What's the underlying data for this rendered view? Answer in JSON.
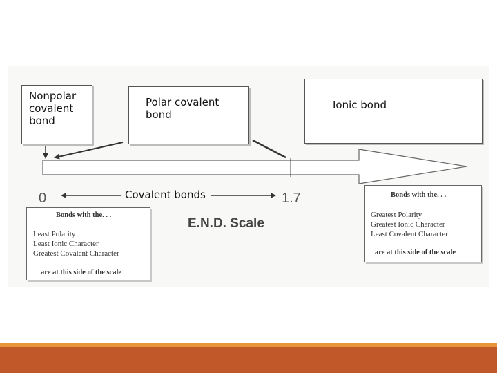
{
  "boxes": {
    "nonpolar": [
      "Nonpolar",
      "covalent",
      "bond"
    ],
    "polar": [
      "Polar covalent",
      "bond"
    ],
    "ionic": "Ionic bond"
  },
  "scale": {
    "zero": "0",
    "one_seven": "1.7",
    "covalent_label": "Covalent bonds",
    "title": "E.N.D. Scale"
  },
  "info_left": {
    "heading": "Bonds with the. . .",
    "lines": [
      "Least Polarity",
      "Least Ionic Character",
      "Greatest Covalent Character"
    ],
    "footer": "are at this side of the scale"
  },
  "info_right": {
    "heading": "Bonds with the. . .",
    "lines": [
      "Greatest Polarity",
      "Greatest Ionic Character",
      "Least Covalent Character"
    ],
    "footer": "are at this side of the scale"
  },
  "colors": {
    "accent_bar": "#c0582a",
    "accent_bar_thin": "#e8953a"
  }
}
